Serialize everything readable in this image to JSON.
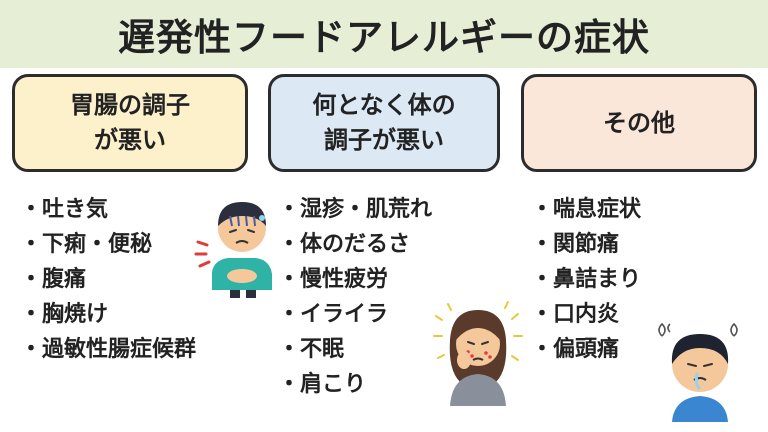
{
  "title": "遅発性フードアレルギーの症状",
  "categories": [
    {
      "header_lines": [
        "胃腸の調子",
        "が悪い"
      ],
      "items": [
        "吐き気",
        "下痢・便秘",
        "腹痛",
        "胸焼け",
        "過敏性腸症候群"
      ]
    },
    {
      "header_lines": [
        "何となく体の",
        "調子が悪い"
      ],
      "items": [
        "湿疹・肌荒れ",
        "体のだるさ",
        "慢性疲労",
        "イライラ",
        "不眠",
        "肩こり"
      ]
    },
    {
      "header_lines": [
        "その他"
      ],
      "items": [
        "喘息症状",
        "関節痛",
        "鼻詰まり",
        "口内炎",
        "偏頭痛"
      ]
    }
  ],
  "colors": {
    "title_band": "#e6efd6",
    "box_digestive": "#fdf1cc",
    "box_general": "#dce8f4",
    "box_other": "#fbe6da",
    "border": "#2c2c2c"
  },
  "illustrations": [
    "stomachache-boy",
    "itchy-woman",
    "sick-man"
  ]
}
